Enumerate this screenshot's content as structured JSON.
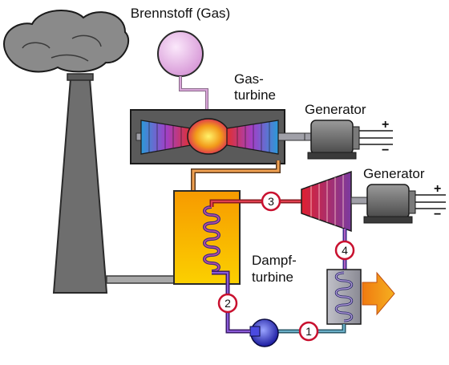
{
  "labels": {
    "fuel": "Brennstoff (Gas)",
    "gas_turbine_line1": "Gas-",
    "gas_turbine_line2": "turbine",
    "generator_top": "Generator",
    "generator_bottom": "Generator",
    "steam_turbine_line1": "Dampf-",
    "steam_turbine_line2": "turbine",
    "plus": "+",
    "minus": "−"
  },
  "markers": [
    "1",
    "2",
    "3",
    "4"
  ],
  "colors": {
    "chimney": "#6e6e6e",
    "smoke": "#8a8a8a",
    "fuel_tank": "#e6b8e6",
    "gas_turbine_housing": "#5a5a5a",
    "boiler": "#f5a800",
    "steam_pipe": "#3a2a8a",
    "hot_exhaust": "#f08020",
    "marker_ring": "#c8102e",
    "generator": "#6a6a6a",
    "cooling_water": "#5a8fa0"
  }
}
